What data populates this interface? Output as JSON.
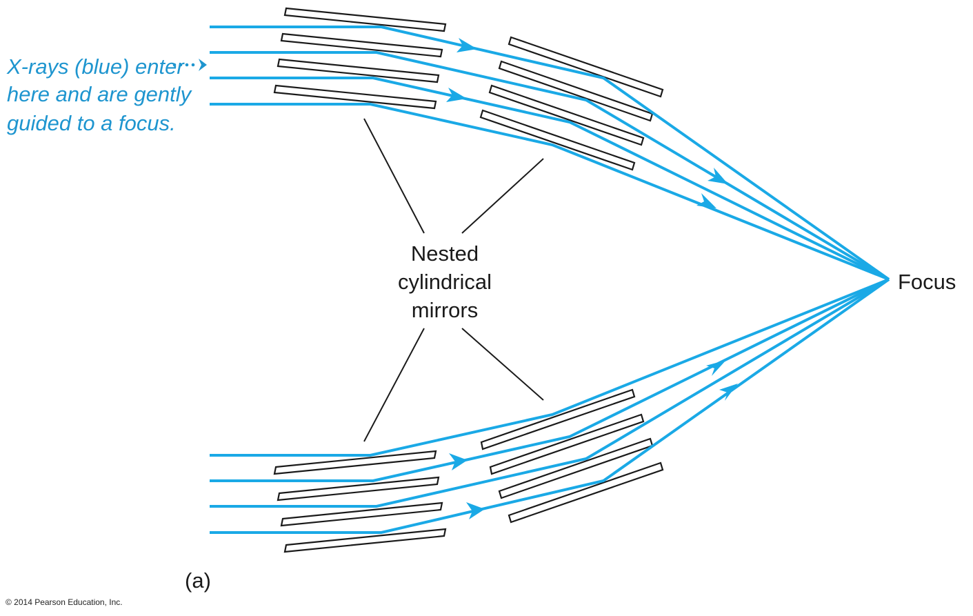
{
  "diagram": {
    "title": "X-ray telescope with nested cylindrical mirrors (grazing incidence)",
    "intro_label": {
      "lines": [
        "X-rays (blue) enter",
        "here and are gently",
        "guided to a focus."
      ]
    },
    "mirror_label": {
      "lines": [
        "Nested",
        "cylindrical",
        "mirrors"
      ]
    },
    "focus_label": "Focus",
    "panel_label": "(a)",
    "copyright": "© 2014 Pearson Education, Inc.",
    "colors": {
      "ray": "#1aa9e6",
      "intro_text": "#1e95cf",
      "mirror_outline": "#1a1a1a",
      "text": "#1a1a1a"
    },
    "ray_count_per_half": 4,
    "mirror_sets_per_half": 2,
    "mirrors_per_set": 4
  }
}
